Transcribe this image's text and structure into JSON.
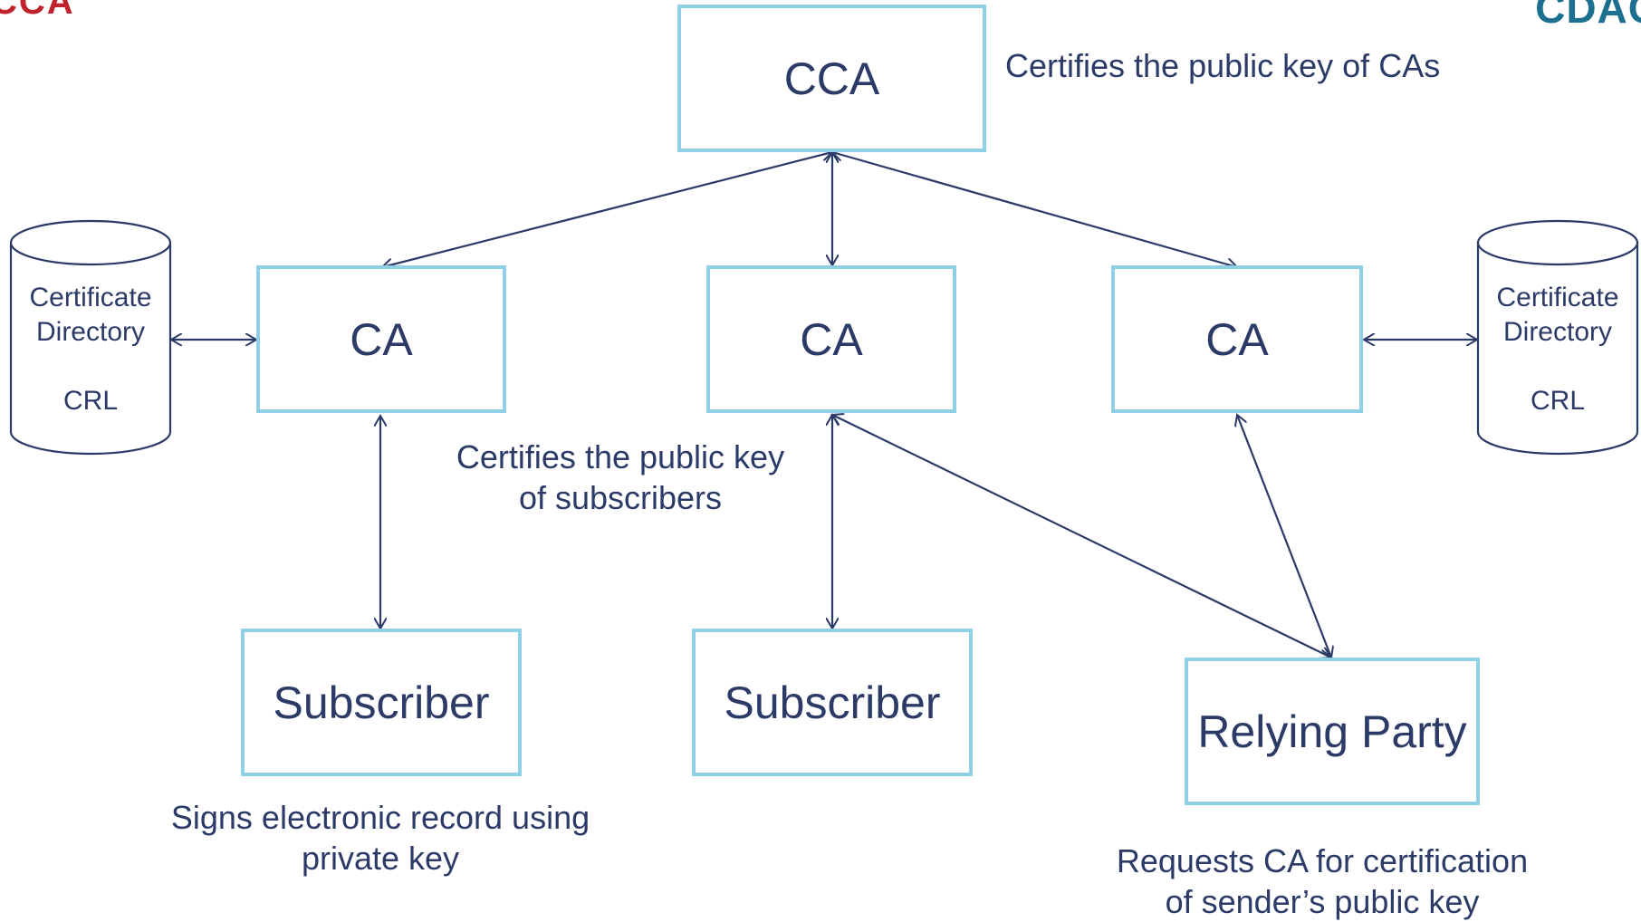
{
  "logos": {
    "left_text": "CCA",
    "right_text": "CDAC"
  },
  "boxes": {
    "cca": "CCA",
    "ca_left": "CA",
    "ca_center": "CA",
    "ca_right": "CA",
    "subscriber_left": "Subscriber",
    "subscriber_center": "Subscriber",
    "relying_party": "Relying Party"
  },
  "directories": {
    "left": {
      "line1": "Certificate",
      "line2": "Directory",
      "line3": "CRL"
    },
    "right": {
      "line1": "Certificate",
      "line2": "Directory",
      "line3": "CRL"
    }
  },
  "notes": {
    "cca_note": "Certifies the public key of CAs",
    "ca_note_line1": "Certifies the public key",
    "ca_note_line2": "of subscribers",
    "subscriber_note_line1": "Signs electronic record using",
    "subscriber_note_line2": "private key",
    "relying_note_line1": "Requests CA for certification",
    "relying_note_line2": "of sender’s public key"
  },
  "colors": {
    "box_border": "#8fd0e6",
    "text": "#2b3a67",
    "line": "#2b3a67"
  }
}
